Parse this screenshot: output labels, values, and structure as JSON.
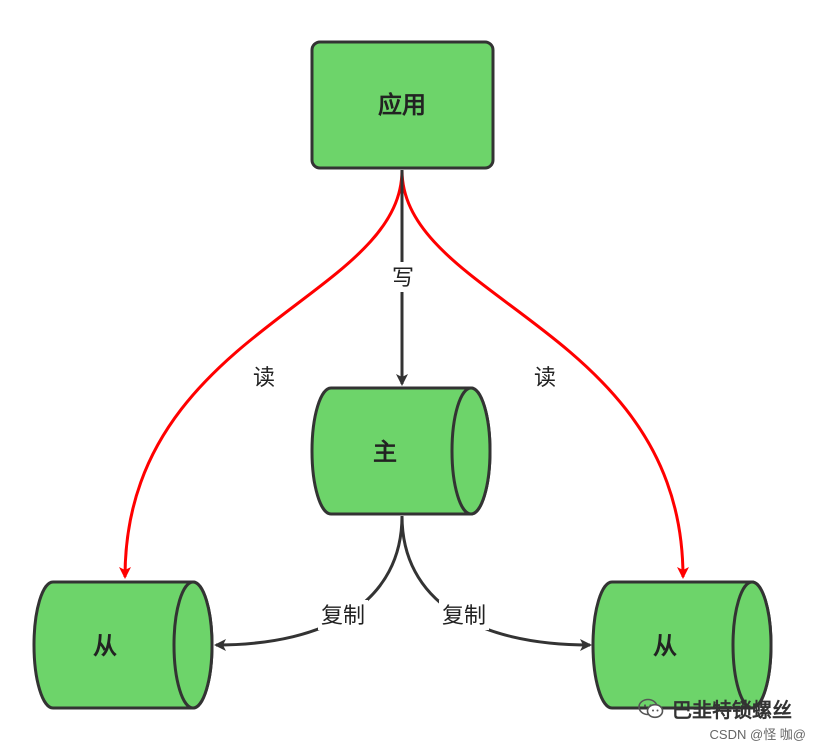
{
  "nodes": {
    "app": "应用",
    "master": "主",
    "slave_left": "从",
    "slave_right": "从"
  },
  "edges": {
    "write": "写",
    "read_left": "读",
    "read_right": "读",
    "replicate_left": "复制",
    "replicate_right": "复制"
  },
  "colors": {
    "node_fill": "#6dd46a",
    "node_stroke": "#333333",
    "read_edge": "#ff0000",
    "write_edge": "#333333"
  },
  "watermark": {
    "main": "巴韭特锁螺丝",
    "sub": "CSDN @怪 咖@"
  }
}
